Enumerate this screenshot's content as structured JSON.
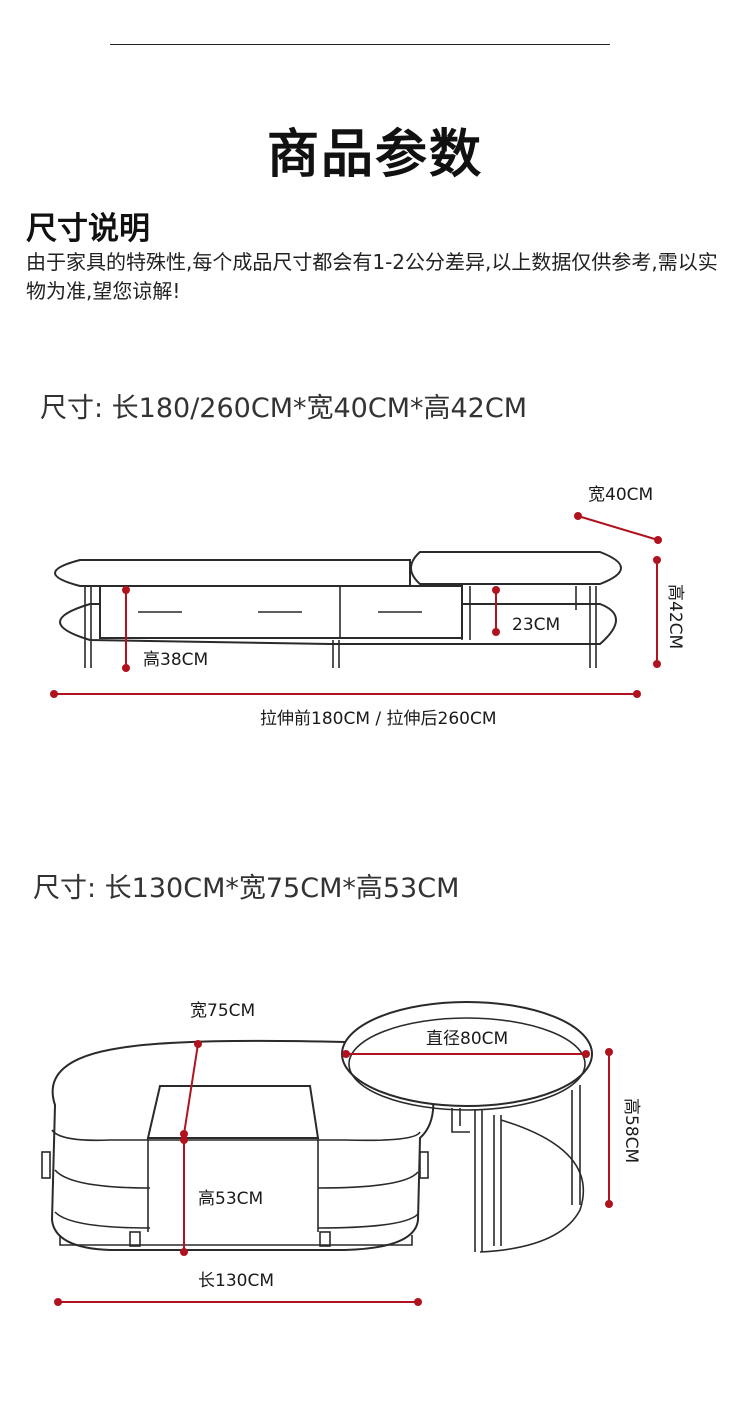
{
  "header": {
    "title": "商品参数"
  },
  "size_section": {
    "heading": "尺寸说明",
    "note": "由于家具的特殊性,每个成品尺寸都会有1-2公分差异,以上数据仅供参考,需以实物为准,望您谅解!"
  },
  "tv_cabinet": {
    "spec": "尺寸: 长180/260CM*宽40CM*高42CM",
    "labels": {
      "width": "宽40CM",
      "height_total": "高42CM",
      "height_inner": "23CM",
      "height_body": "高38CM",
      "length": "拉伸前180CM / 拉伸后260CM"
    }
  },
  "coffee_table": {
    "spec": "尺寸:  长130CM*宽75CM*高53CM",
    "labels": {
      "width": "宽75CM",
      "diameter": "直径80CM",
      "height_side": "高58CM",
      "height_main": "高53CM",
      "length": "长130CM"
    }
  },
  "colors": {
    "dimension_line": "#b0121e",
    "outline": "#2a2a2a"
  }
}
